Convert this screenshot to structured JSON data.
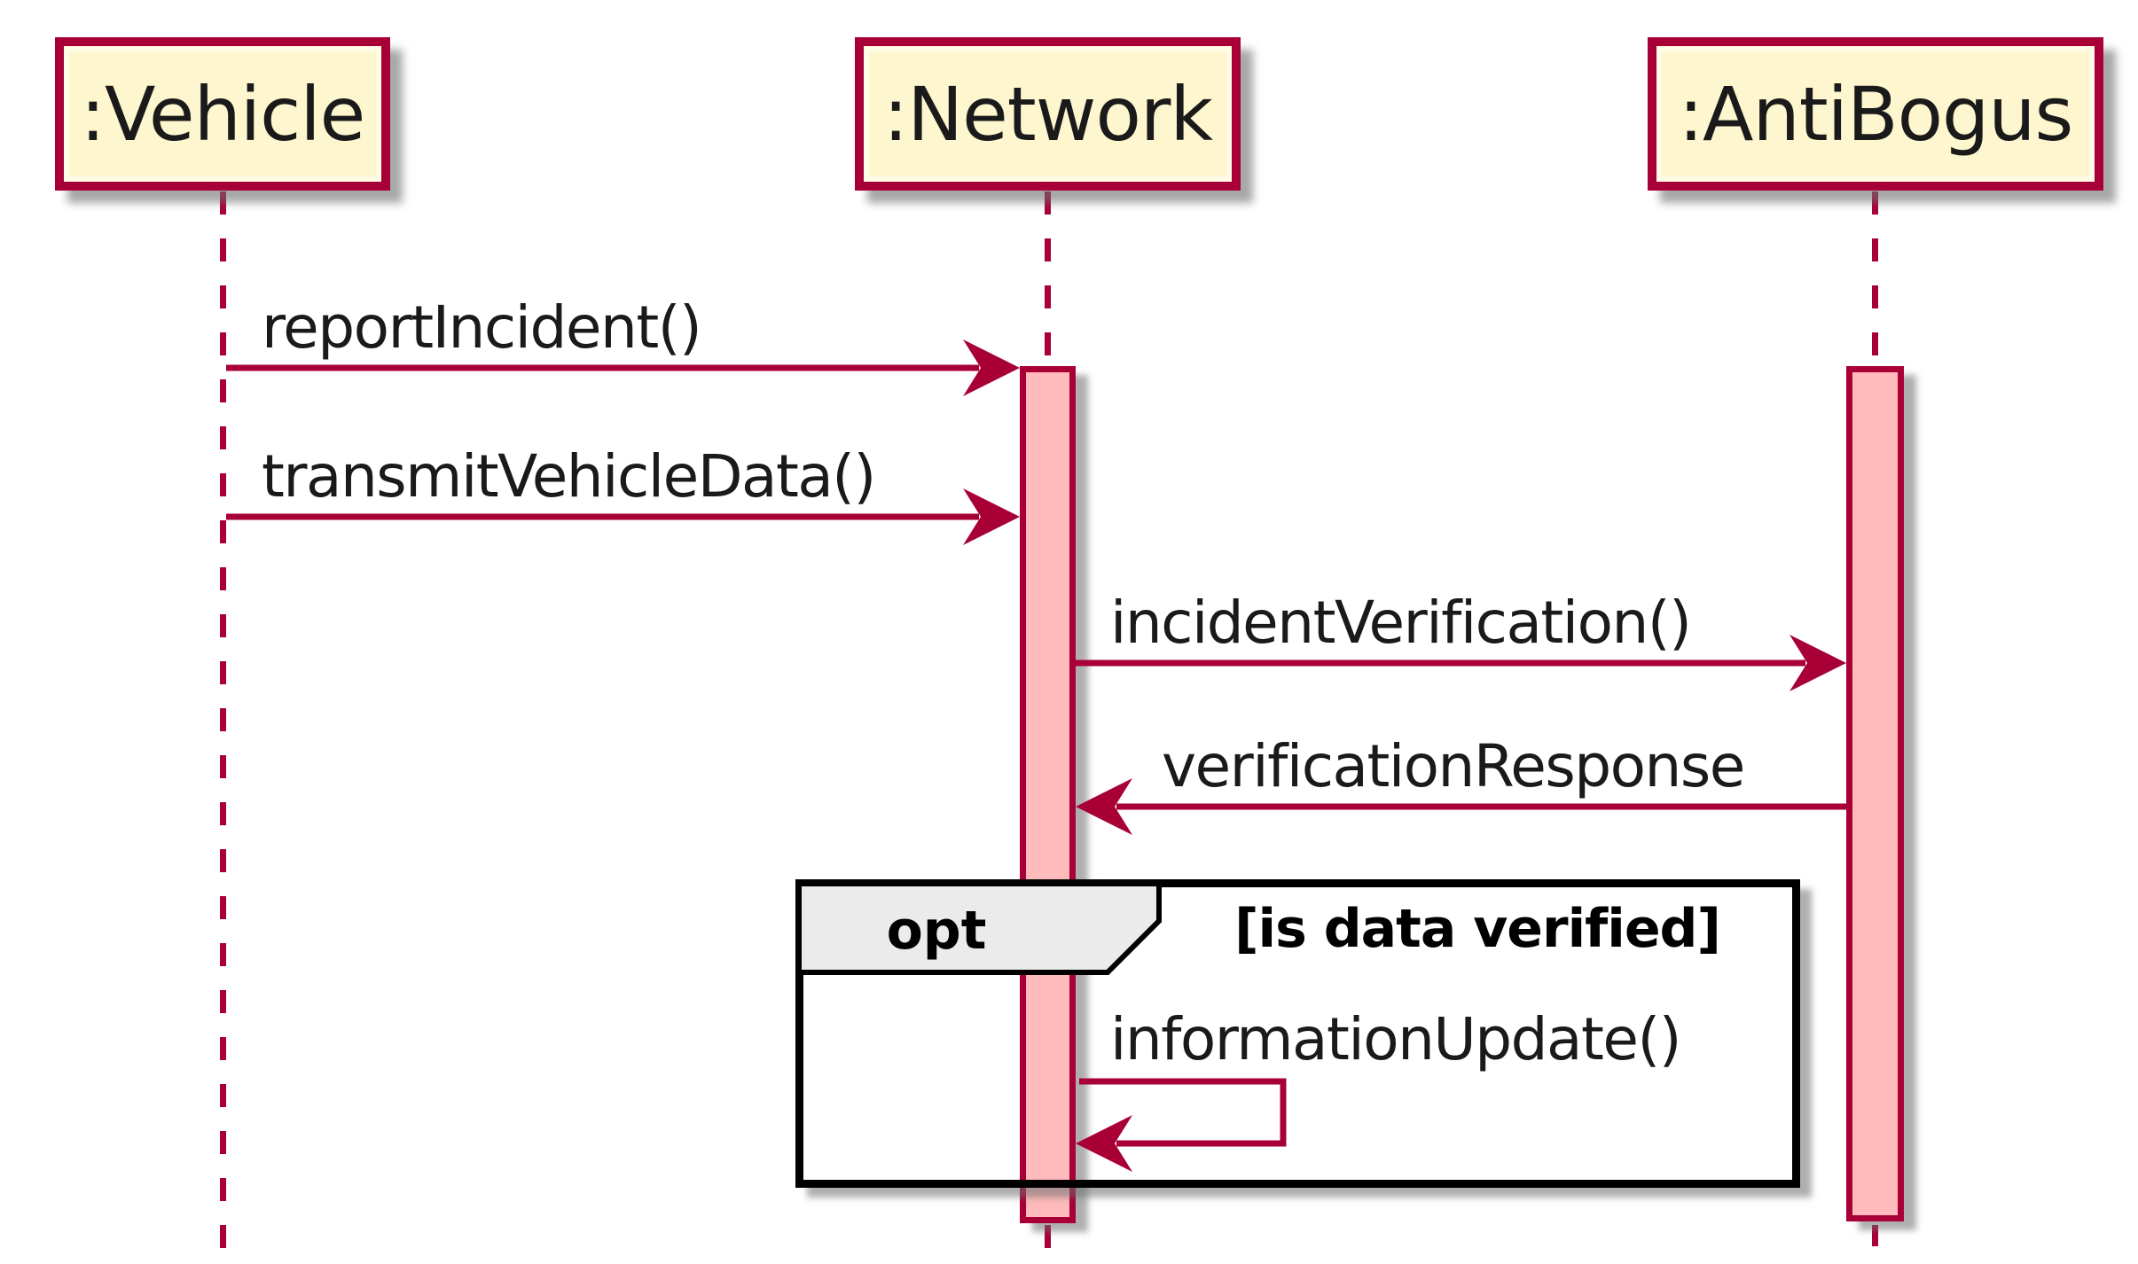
{
  "diagram": {
    "type": "uml-sequence",
    "participants": [
      {
        "name": ":Vehicle"
      },
      {
        "name": ":Network"
      },
      {
        "name": ":AntiBogus"
      }
    ],
    "messages": [
      {
        "label": "reportIncident()",
        "from": ":Vehicle",
        "to": ":Network"
      },
      {
        "label": "transmitVehicleData()",
        "from": ":Vehicle",
        "to": ":Network"
      },
      {
        "label": "incidentVerification()",
        "from": ":Network",
        "to": ":AntiBogus"
      },
      {
        "label": "verificationResponse",
        "from": ":AntiBogus",
        "to": ":Network"
      },
      {
        "label": "informationUpdate()",
        "from": ":Network",
        "to": ":Network",
        "self_message": true
      }
    ],
    "fragment": {
      "operator": "opt",
      "guard": "[is data verified]"
    },
    "colors": {
      "accent": "#A80036",
      "participant_fill": "#FDF6CE",
      "activation_fill": "#FFBBBB",
      "pentagon_fill": "#EBEBEB",
      "frame_border": "#000000",
      "text": "#1A1A1A",
      "background": "#FFFFFF"
    }
  }
}
